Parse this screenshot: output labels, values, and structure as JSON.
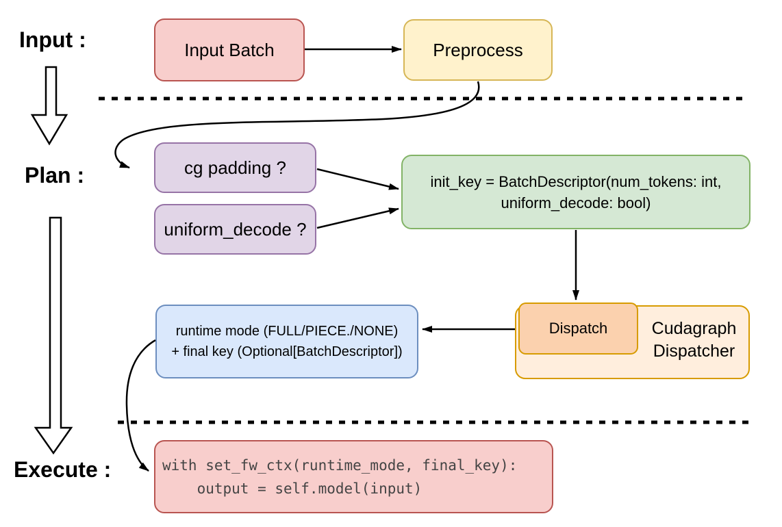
{
  "labels": {
    "input": "Input :",
    "plan": "Plan :",
    "execute": "Execute :"
  },
  "nodes": {
    "input_batch": "Input Batch",
    "preprocess": "Preprocess",
    "cg_padding": "cg padding ?",
    "uniform_decode": "uniform_decode ?",
    "init_key_line1": "init_key = BatchDescriptor(num_tokens: int,",
    "init_key_line2": "uniform_decode: bool)",
    "runtime_line1": "runtime mode (FULL/PIECE./NONE)",
    "runtime_line2": "+ final key (Optional[BatchDescriptor])",
    "dispatch": "Dispatch",
    "dispatcher_line1": "Cudagraph",
    "dispatcher_line2": "Dispatcher",
    "code_line1": "with set_fw_ctx(runtime_mode, final_key):",
    "code_line2": "    output = self.model(input)"
  },
  "colors": {
    "red_fill": "#f8cecc",
    "red_stroke": "#b85450",
    "yellow_fill": "#fff2cc",
    "yellow_stroke": "#d6b656",
    "purple_fill": "#e1d5e7",
    "purple_stroke": "#9673a6",
    "green_fill": "#d5e8d4",
    "green_stroke": "#82b366",
    "blue_fill": "#dae8fc",
    "blue_stroke": "#6c8ebf",
    "orange_outer_fill": "#ffeedd",
    "orange_inner_fill": "#fbd1ae",
    "orange_stroke": "#d79b00",
    "connector": "#000000",
    "code_text": "#444444"
  }
}
